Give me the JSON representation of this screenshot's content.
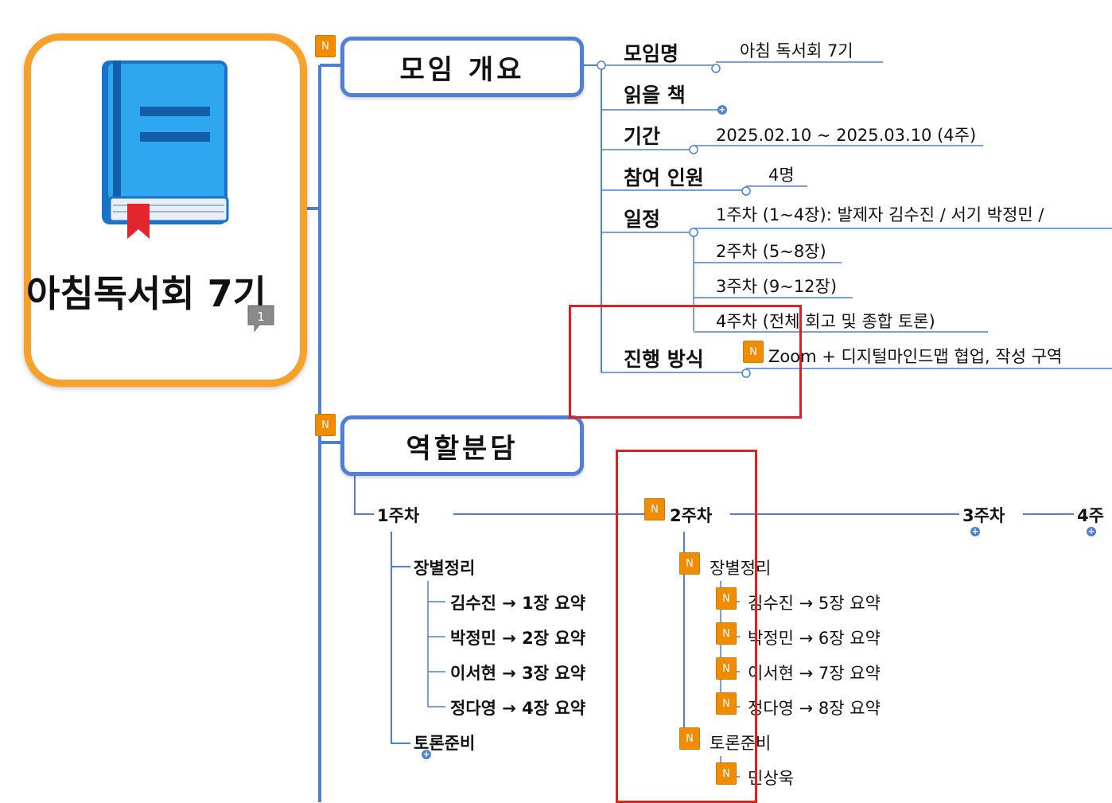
{
  "central": {
    "title": "아침독서회 7기",
    "comment_count": "1",
    "icon": "book-icon"
  },
  "topics": {
    "overview": {
      "title": "모임 개요",
      "badge": "N",
      "items": [
        {
          "label": "모임명",
          "value": "아침 독서회 7기"
        },
        {
          "label": "읽을 책",
          "value": ""
        },
        {
          "label": "기간",
          "value": "2025.02.10 ~ 2025.03.10 (4주)"
        },
        {
          "label": "참여 인원",
          "value": "4명"
        },
        {
          "label": "일정",
          "values": [
            "1주차 (1~4장): 발제자 김수진 / 서기 박정민 /",
            "2주차 (5~8장)",
            "3주차 (9~12장)",
            "4주차 (전체 회고 및 종합 토론)"
          ]
        },
        {
          "label": "진행 방식",
          "value": "Zoom + 디지털마인드맵 협업, 작성 구역",
          "badge": "N"
        }
      ]
    },
    "roles": {
      "title": "역할분담",
      "badge": "N",
      "weeks": [
        {
          "label": "1주차",
          "children": [
            {
              "label": "장별정리",
              "items": [
                "김수진 → 1장 요약",
                "박정민 → 2장 요약",
                "이서현 → 3장 요약",
                "정다영 → 4장 요약"
              ]
            },
            {
              "label": "토론준비",
              "items": []
            }
          ]
        },
        {
          "label": "2주차",
          "badge": "N",
          "children": [
            {
              "label": "장별정리",
              "items": [
                "김수진 → 5장 요약",
                "박정민 → 6장 요약",
                "이서현 → 7장 요약",
                "정다영 → 8장 요약"
              ]
            },
            {
              "label": "토론준비",
              "items": [
                "민상욱"
              ]
            }
          ]
        },
        {
          "label": "3주차"
        },
        {
          "label": "4주"
        }
      ]
    }
  },
  "colors": {
    "central_border": "#f7a02a",
    "topic_border": "#4f7fd6",
    "line": "#4f7fd6",
    "badge": "#f08c00",
    "highlight": "#e02020"
  }
}
